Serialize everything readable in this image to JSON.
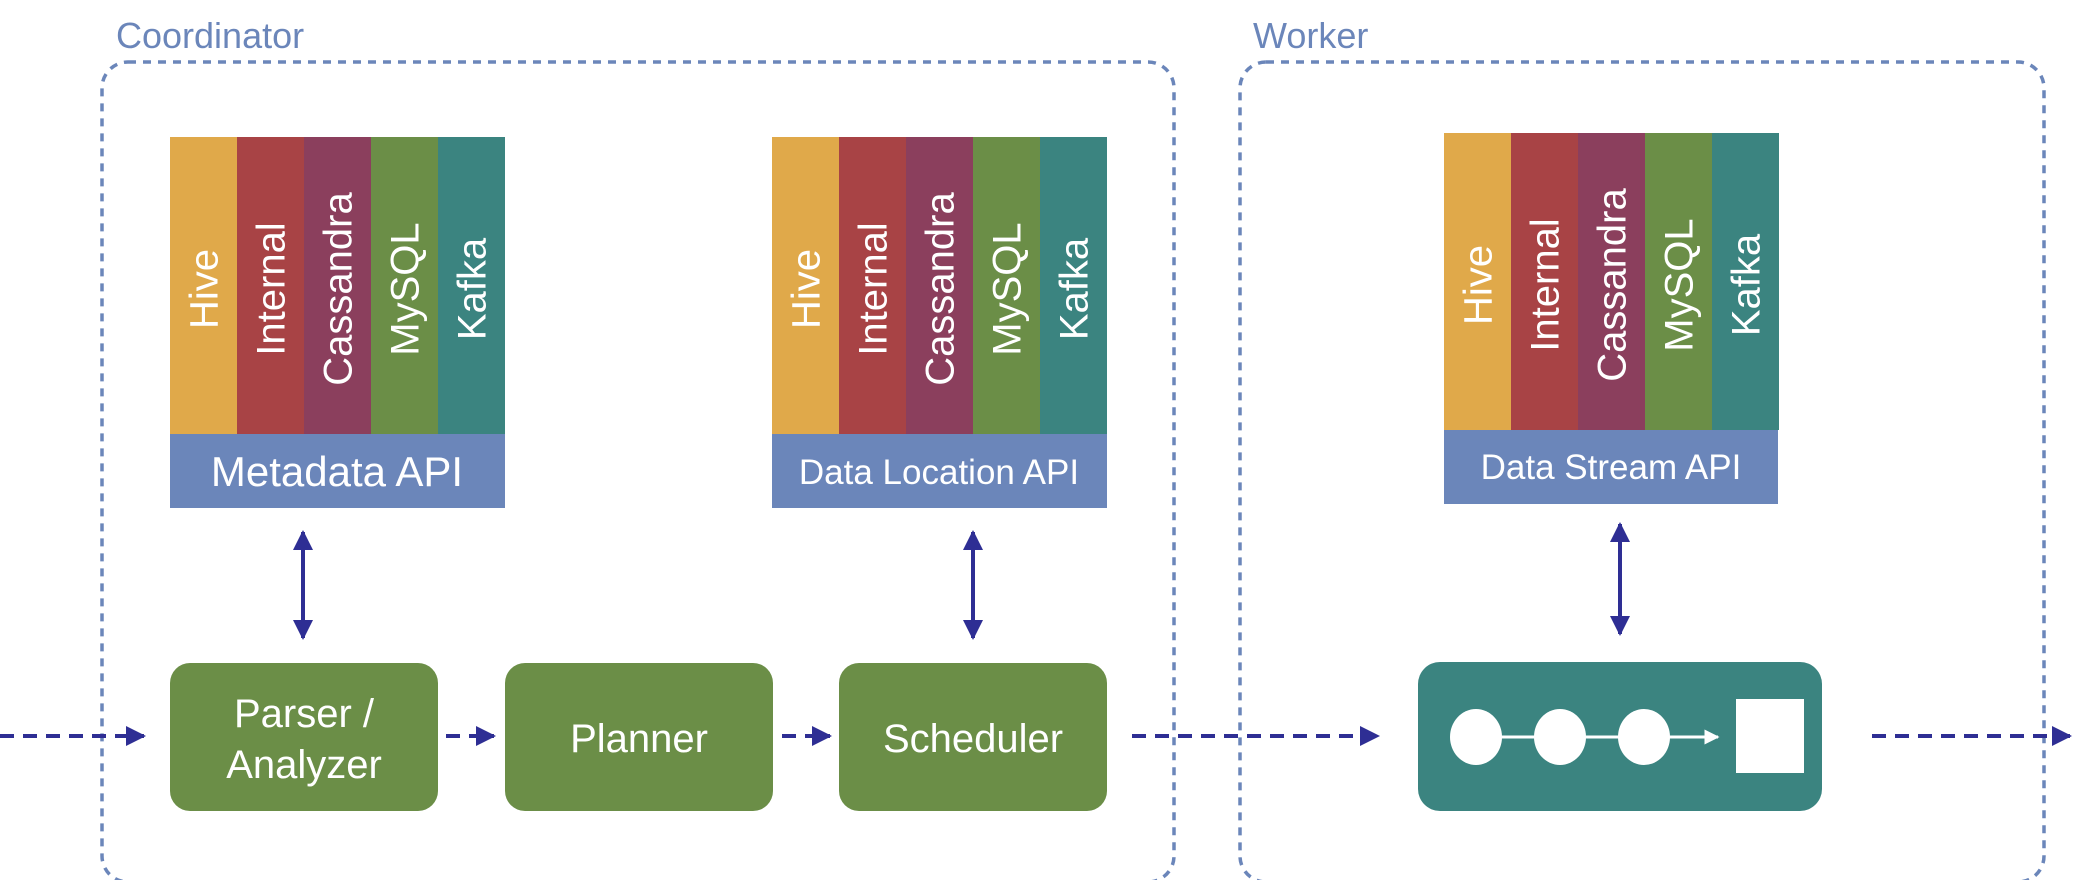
{
  "colors": {
    "hive": "#e0a94a",
    "internal": "#a84345",
    "cassandra": "#8b3f5d",
    "mysql": "#6b8e47",
    "kafka": "#3b8480",
    "api_bar": "#6b86ba",
    "group_border": "#6b86ba",
    "group_label": "#6b86ba",
    "component": "#6b8e47",
    "stream_box": "#3b8480",
    "arrow": "#2e2e94"
  },
  "groups": {
    "coordinator": {
      "label": "Coordinator"
    },
    "worker": {
      "label": "Worker"
    }
  },
  "connectors": [
    "Hive",
    "Internal",
    "Cassandra",
    "MySQL",
    "Kafka"
  ],
  "apis": {
    "metadata": "Metadata API",
    "data_location": "Data Location API",
    "data_stream": "Data Stream API"
  },
  "components": {
    "parser_line1": "Parser /",
    "parser_line2": "Analyzer",
    "planner": "Planner",
    "scheduler": "Scheduler"
  },
  "icons": {
    "pipeline": "pipeline-icon"
  }
}
